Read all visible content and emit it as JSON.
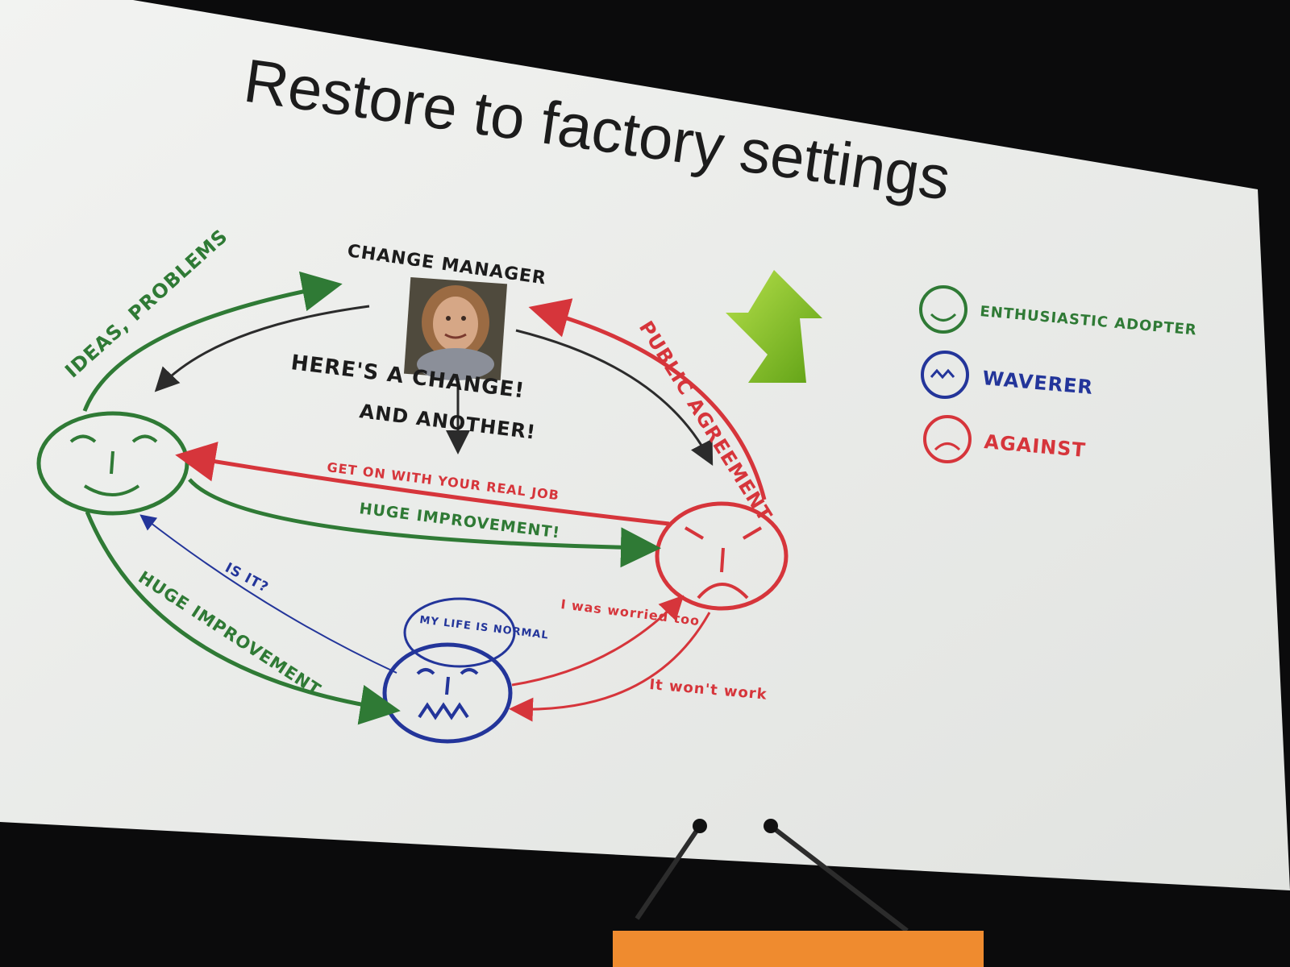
{
  "slide": {
    "title": "Restore to factory settings"
  },
  "diagram": {
    "manager_label": "CHANGE MANAGER",
    "labels": {
      "ideas_problems": "IDEAS, PROBLEMS",
      "public_agreement": "PUBLIC AGREEMENT",
      "heres_a_change": "HERE'S A CHANGE!",
      "and_another": "AND ANOTHER!",
      "get_on_with": "GET ON WITH YOUR REAL JOB",
      "huge_improvement_1": "HUGE IMPROVEMENT!",
      "huge_improvement_2": "HUGE IMPROVEMENT",
      "is_it": "IS IT?",
      "my_life_is_normal": "MY LIFE IS NORMAL",
      "i_was_worried_too": "I was worried too",
      "it_wont_work": "It won't work"
    }
  },
  "legend": {
    "items": [
      {
        "label": "ENTHUSIASTIC ADOPTER",
        "color": "#2f7a35"
      },
      {
        "label": "WAVERER",
        "color": "#23359a"
      },
      {
        "label": "AGAINST",
        "color": "#d6353b"
      }
    ]
  },
  "colors": {
    "green": "#2f7a35",
    "blue": "#23359a",
    "red": "#d6353b",
    "black": "#2b2b2b",
    "accent_arrow": "#7fc31f"
  }
}
